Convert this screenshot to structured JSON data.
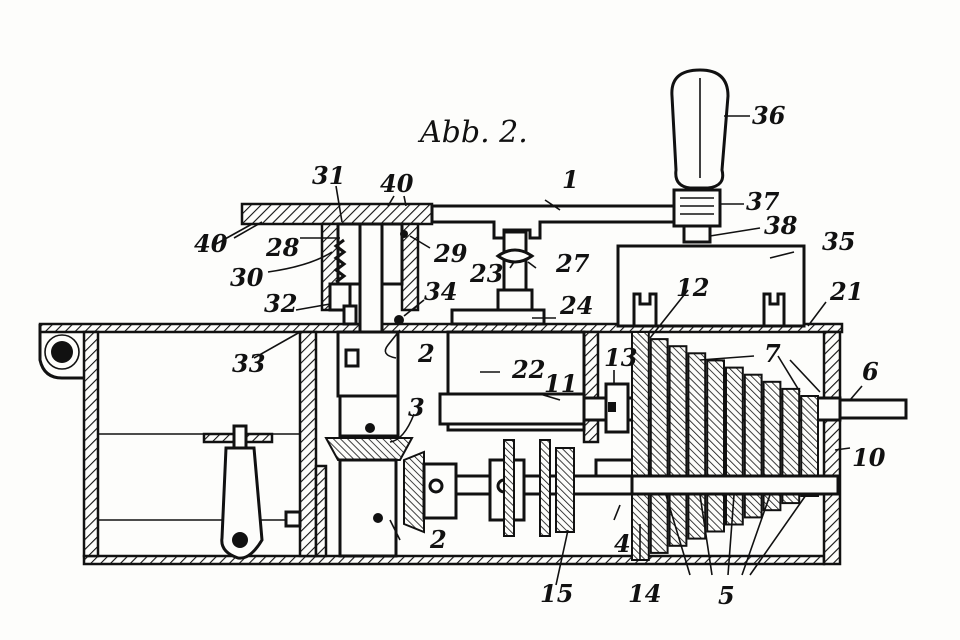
{
  "figure": {
    "caption": "Abb. 2.",
    "labels": [
      "1",
      "2",
      "2",
      "3",
      "4",
      "5",
      "6",
      "7",
      "10",
      "11",
      "12",
      "13",
      "14",
      "15",
      "21",
      "22",
      "23",
      "24",
      "27",
      "28",
      "29",
      "30",
      "31",
      "32",
      "33",
      "34",
      "35",
      "36",
      "37",
      "38",
      "40",
      "40"
    ]
  }
}
